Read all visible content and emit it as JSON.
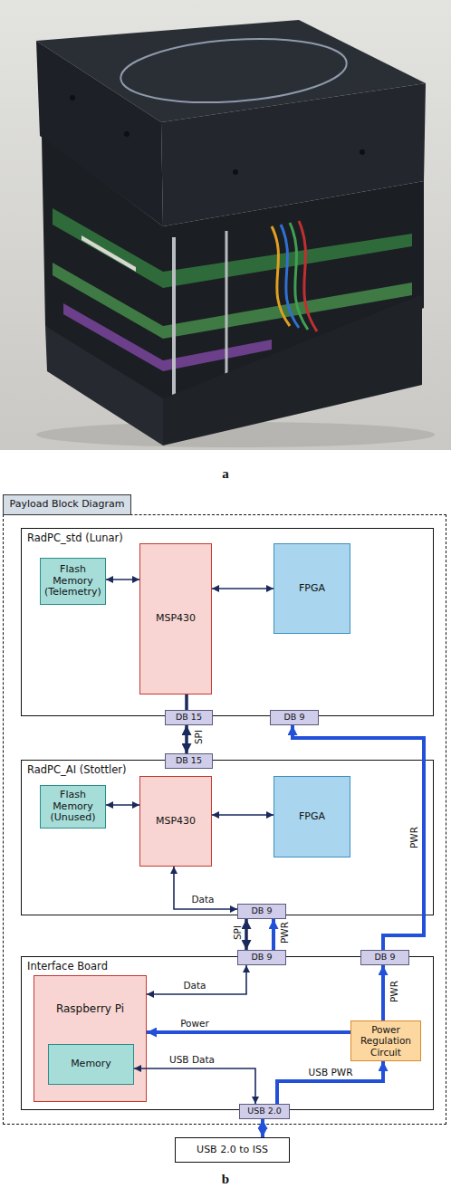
{
  "diagram": {
    "nodes": [
      {
        "text": [
          "Payload Block Diagram"
        ]
      },
      {
        "text": [
          "RadPC_std (Lunar)"
        ],
        "in": 0
      },
      {
        "text": [
          "Flash Memory (Telemetry)"
        ],
        "in": 1
      },
      {
        "text": [
          "MSP430"
        ],
        "in": 1
      },
      {
        "text": [
          "FPGA"
        ],
        "in": 1
      },
      {
        "text": [
          "DB 15"
        ],
        "in": 1
      },
      {
        "text": [
          "DB 9"
        ],
        "in": 1
      },
      {
        "text": [
          "RadPC_AI (Stottler)"
        ],
        "in": 0
      },
      {
        "text": [
          "DB 15"
        ],
        "in": 7
      },
      {
        "text": [
          "Flash Memory (Unused)"
        ],
        "in": 7
      },
      {
        "text": [
          "MSP430"
        ],
        "in": 7
      },
      {
        "text": [
          "FPGA"
        ],
        "in": 7
      },
      {
        "text": [
          "DB 9"
        ],
        "in": 7
      },
      {
        "text": [
          "Interface Board"
        ],
        "in": 0
      },
      {
        "text": [
          "DB 9"
        ],
        "in": 13
      },
      {
        "text": [
          "DB 9"
        ],
        "in": 13
      },
      {
        "text": [
          "Raspberry Pi"
        ],
        "in": 13
      },
      {
        "text": [
          "Memory"
        ],
        "in": 16
      },
      {
        "text": [
          "Power Regulation Circuit"
        ],
        "in": 13
      },
      {
        "text": [
          "USB 2.0"
        ],
        "in": 13
      },
      {
        "text": [
          "USB 2.0 to ISS"
        ]
      }
    ],
    "edges": [
      {
        "from": 2,
        "to": 3,
        "arrow": "both"
      },
      {
        "from": 3,
        "to": 4,
        "arrow": "both"
      },
      {
        "from": 3,
        "to": 5,
        "arrow": "none"
      },
      {
        "from": 5,
        "to": 8,
        "label": "SPI",
        "arrow": "both"
      },
      {
        "from": 9,
        "to": 10,
        "arrow": "both"
      },
      {
        "from": 10,
        "to": 11,
        "arrow": "both"
      },
      {
        "from": 10,
        "to": 12,
        "label": "Data",
        "arrow": "both"
      },
      {
        "from": 12,
        "to": 14,
        "label": "SPI",
        "arrow": "both"
      },
      {
        "from": 14,
        "to": 12,
        "label": "PWR",
        "arrow": "to"
      },
      {
        "from": 15,
        "to": 6,
        "label": "PWR",
        "arrow": "to"
      },
      {
        "from": 18,
        "to": 15,
        "label": "PWR",
        "arrow": "to"
      },
      {
        "from": 18,
        "to": 16,
        "label": "Power",
        "arrow": "to"
      },
      {
        "from": 14,
        "to": 16,
        "label": "Data",
        "arrow": "both"
      },
      {
        "from": 17,
        "to": 19,
        "label": "USB Data",
        "arrow": "both"
      },
      {
        "from": 19,
        "to": 18,
        "label": "USB PWR",
        "arrow": "to"
      },
      {
        "from": 19,
        "to": 20,
        "arrow": "both"
      }
    ],
    "labels": [
      "a",
      "b"
    ]
  }
}
